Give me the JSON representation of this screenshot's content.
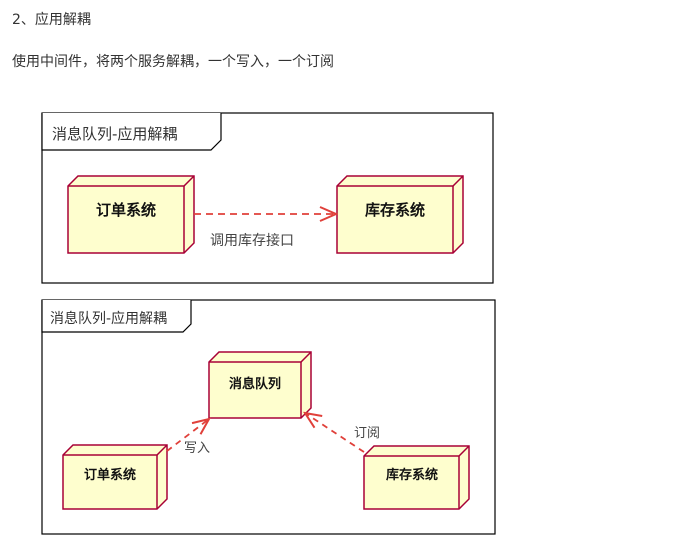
{
  "article": {
    "heading": "2、应用解耦",
    "description": "使用中间件，将两个服务解耦，一个写入，一个订阅"
  },
  "diagram1": {
    "frame_title": "消息队列-应用解耦",
    "nodes": {
      "order": "订单系统",
      "inventory": "库存系统"
    },
    "edge_label": "调用库存接口"
  },
  "diagram2": {
    "frame_title": "消息队列-应用解耦",
    "nodes": {
      "queue": "消息队列",
      "order": "订单系统",
      "inventory": "库存系统"
    },
    "edge_write": "写入",
    "edge_subscribe": "订阅"
  },
  "colors": {
    "node_fill": "#FEFECE",
    "node_stroke": "#A80036",
    "edge": "#E0403A",
    "frame": "#000000"
  }
}
